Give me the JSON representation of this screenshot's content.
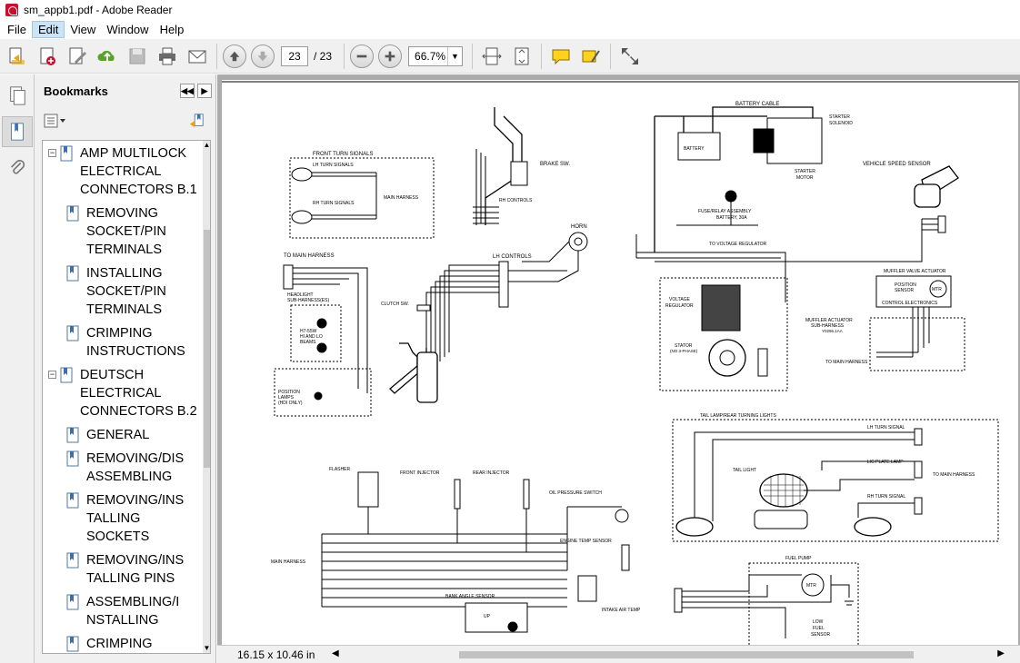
{
  "window": {
    "title": "sm_appb1.pdf - Adobe Reader"
  },
  "menu": {
    "file": "File",
    "edit": "Edit",
    "view": "View",
    "window": "Window",
    "help": "Help"
  },
  "toolbar": {
    "page_current": "23",
    "page_total": "/ 23",
    "zoom": "66.7%"
  },
  "bookmarks": {
    "title": "Bookmarks",
    "items": [
      {
        "label": "AMP MULTILOCK ELECTRICAL CONNECTORS B.1",
        "lines": [
          "AMP MULTILOCK",
          "ELECTRICAL",
          "CONNECTORS B.1"
        ],
        "level": 0
      },
      {
        "label": "REMOVING SOCKET/PIN TERMINALS",
        "lines": [
          "REMOVING",
          "SOCKET/PIN",
          "TERMINALS"
        ],
        "level": 1
      },
      {
        "label": "INSTALLING SOCKET/PIN TERMINALS",
        "lines": [
          "INSTALLING",
          "SOCKET/PIN",
          "TERMINALS"
        ],
        "level": 1
      },
      {
        "label": "CRIMPING INSTRUCTIONS",
        "lines": [
          "CRIMPING",
          "INSTRUCTIONS"
        ],
        "level": 1
      },
      {
        "label": "DEUTSCH ELECTRICAL CONNECTORS B.2",
        "lines": [
          "DEUTSCH",
          "ELECTRICAL",
          "CONNECTORS B.2"
        ],
        "level": 0
      },
      {
        "label": "GENERAL",
        "lines": [
          "GENERAL"
        ],
        "level": 1
      },
      {
        "label": "REMOVING/DISASSEMBLING",
        "lines": [
          "REMOVING/DIS",
          "ASSEMBLING"
        ],
        "level": 1
      },
      {
        "label": "REMOVING/INSTALLING SOCKETS",
        "lines": [
          "REMOVING/INS",
          "TALLING",
          "SOCKETS"
        ],
        "level": 1
      },
      {
        "label": "REMOVING/INSTALLING PINS",
        "lines": [
          "REMOVING/INS",
          "TALLING PINS"
        ],
        "level": 1
      },
      {
        "label": "ASSEMBLING/INSTALLING",
        "lines": [
          "ASSEMBLING/I",
          "NSTALLING"
        ],
        "level": 1
      },
      {
        "label": "CRIMPING",
        "lines": [
          "CRIMPING"
        ],
        "level": 1
      }
    ]
  },
  "status": {
    "page_size": "16.15 x 10.46 in"
  },
  "diagram": {
    "labels": {
      "front_turn_signals": "FRONT TURN SIGNALS",
      "lh_turn_signals": "LH TURN SIGNALS",
      "rh_turn_signals": "RH TURN SIGNALS",
      "main_harness": "MAIN HARNESS",
      "to_main_harness": "TO MAIN HARNESS",
      "headlight": "HEADLIGHT",
      "sub_harness": "SUB-HARNESS(ES)",
      "h7_55w": "H7-55W",
      "hi_lo": "HI AND LO",
      "beams": "BEAMS",
      "position": "POSITION",
      "lamps": "LAMPS",
      "hdi_only": "(HDI ONLY)",
      "clutch_sw": "CLUTCH SW.",
      "lh_controls": "LH CONTROLS",
      "rh_controls": "RH CONTROLS",
      "brake_sw": "BRAKE SW.",
      "horn": "HORN",
      "battery_cable": "BATTERY CABLE",
      "battery": "BATTERY",
      "starter": "STARTER",
      "solenoid": "SOLENOID",
      "starter_motor_1": "STARTER",
      "starter_motor_2": "MOTOR",
      "vehicle_speed_sensor": "VEHICLE SPEED SENSOR",
      "fuse_relay": "FUSE/RELAY ASSEMBLY",
      "battery_30a": "BATTERY, 30A",
      "to_voltage_regulator": "TO VOLTAGE REGULATOR",
      "voltage": "VOLTAGE",
      "regulator": "REGULATOR",
      "stator": "STATOR",
      "stator_3phase": "(NO 3-PHASE)",
      "muffler_valve_actuator": "MUFFLER VALVE ACTUATOR",
      "position_sensor_1": "POSITION",
      "position_sensor_2": "SENSOR",
      "mtr": "MTR",
      "control_electronics": "CONTROL ELECTRONICS",
      "muffler_actuator_1": "MUFFLER ACTUATOR",
      "muffler_actuator_2": "SUB-HARNESS",
      "muffler_actuator_3": "Y0296.1AA",
      "tail_lamp": "TAIL LAMP/REAR TURNING LIGHTS",
      "lh_turn_signal": "LH TURN SIGNAL",
      "lic_plate_lamp": "LIC PLATE LAMP",
      "rh_turn_signal": "RH TURN SIGNAL",
      "tail_light": "TAIL LIGHT",
      "flasher": "FLASHER",
      "front_injector": "FRONT INJECTOR",
      "rear_injector": "REAR INJECTOR",
      "oil_pressure_switch": "OIL PRESSURE SWITCH",
      "engine_temp_sensor": "ENGINE TEMP SENSOR",
      "bank_angle_sensor": "BANK ANGLE SENSOR",
      "intake_air_temp": "INTAKE AIR TEMP",
      "fuel_pump": "FUEL PUMP",
      "low": "LOW",
      "fuel": "FUEL",
      "sensor": "SENSOR",
      "up": "UP"
    }
  }
}
